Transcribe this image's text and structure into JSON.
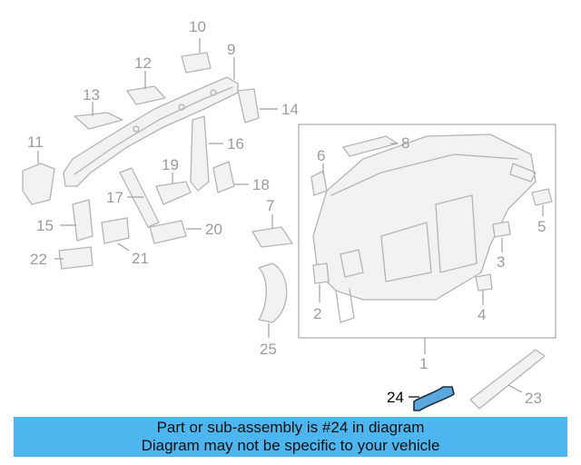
{
  "callouts": {
    "p1": "1",
    "p2": "2",
    "p3": "3",
    "p4": "4",
    "p5": "5",
    "p6": "6",
    "p7": "7",
    "p8": "8",
    "p9": "9",
    "p10": "10",
    "p11": "11",
    "p12": "12",
    "p13": "13",
    "p14": "14",
    "p15": "15",
    "p16": "16",
    "p17": "17",
    "p18": "18",
    "p19": "19",
    "p20": "20",
    "p21": "21",
    "p22": "22",
    "p23": "23",
    "p24": "24",
    "p25": "25"
  },
  "highlight": {
    "part_number": "24",
    "color": "#5aa8de"
  },
  "banner": {
    "line1": "Part or sub-assembly is #24 in diagram",
    "line2": "Diagram may not be specific to your vehicle",
    "color": "#4db6ee"
  }
}
